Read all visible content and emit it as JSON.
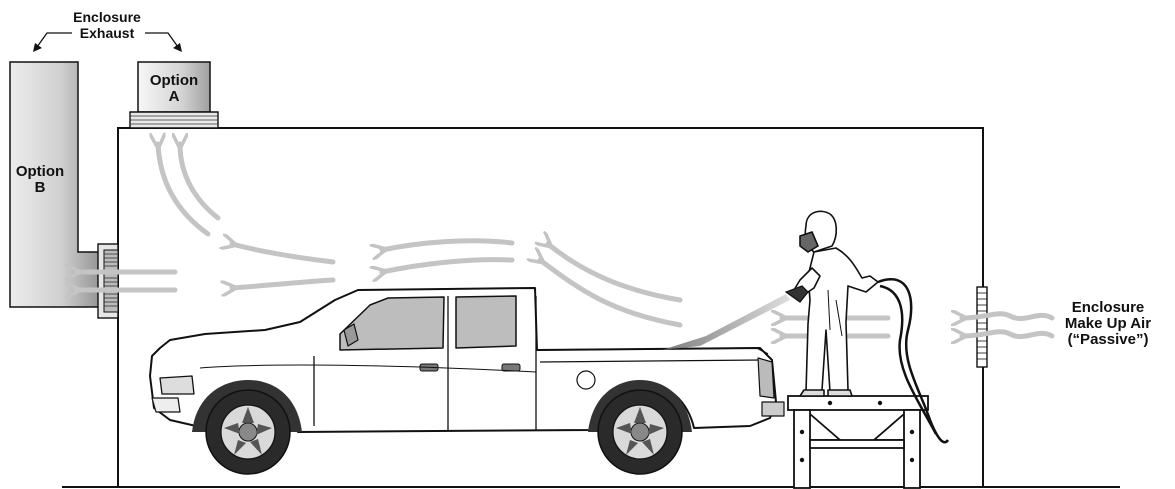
{
  "labels": {
    "enclosure_exhaust": [
      "Enclosure",
      "Exhaust"
    ],
    "option_a": [
      "Option",
      "A"
    ],
    "option_b": [
      "Option",
      "B"
    ],
    "make_up_air": [
      "Enclosure",
      "Make Up Air",
      "(“Passive”)"
    ]
  },
  "colors": {
    "airflow": "#c4c4c4",
    "line": "#111111",
    "duct_light": "#f2f2f2",
    "duct_dark": "#9a9a9a"
  }
}
